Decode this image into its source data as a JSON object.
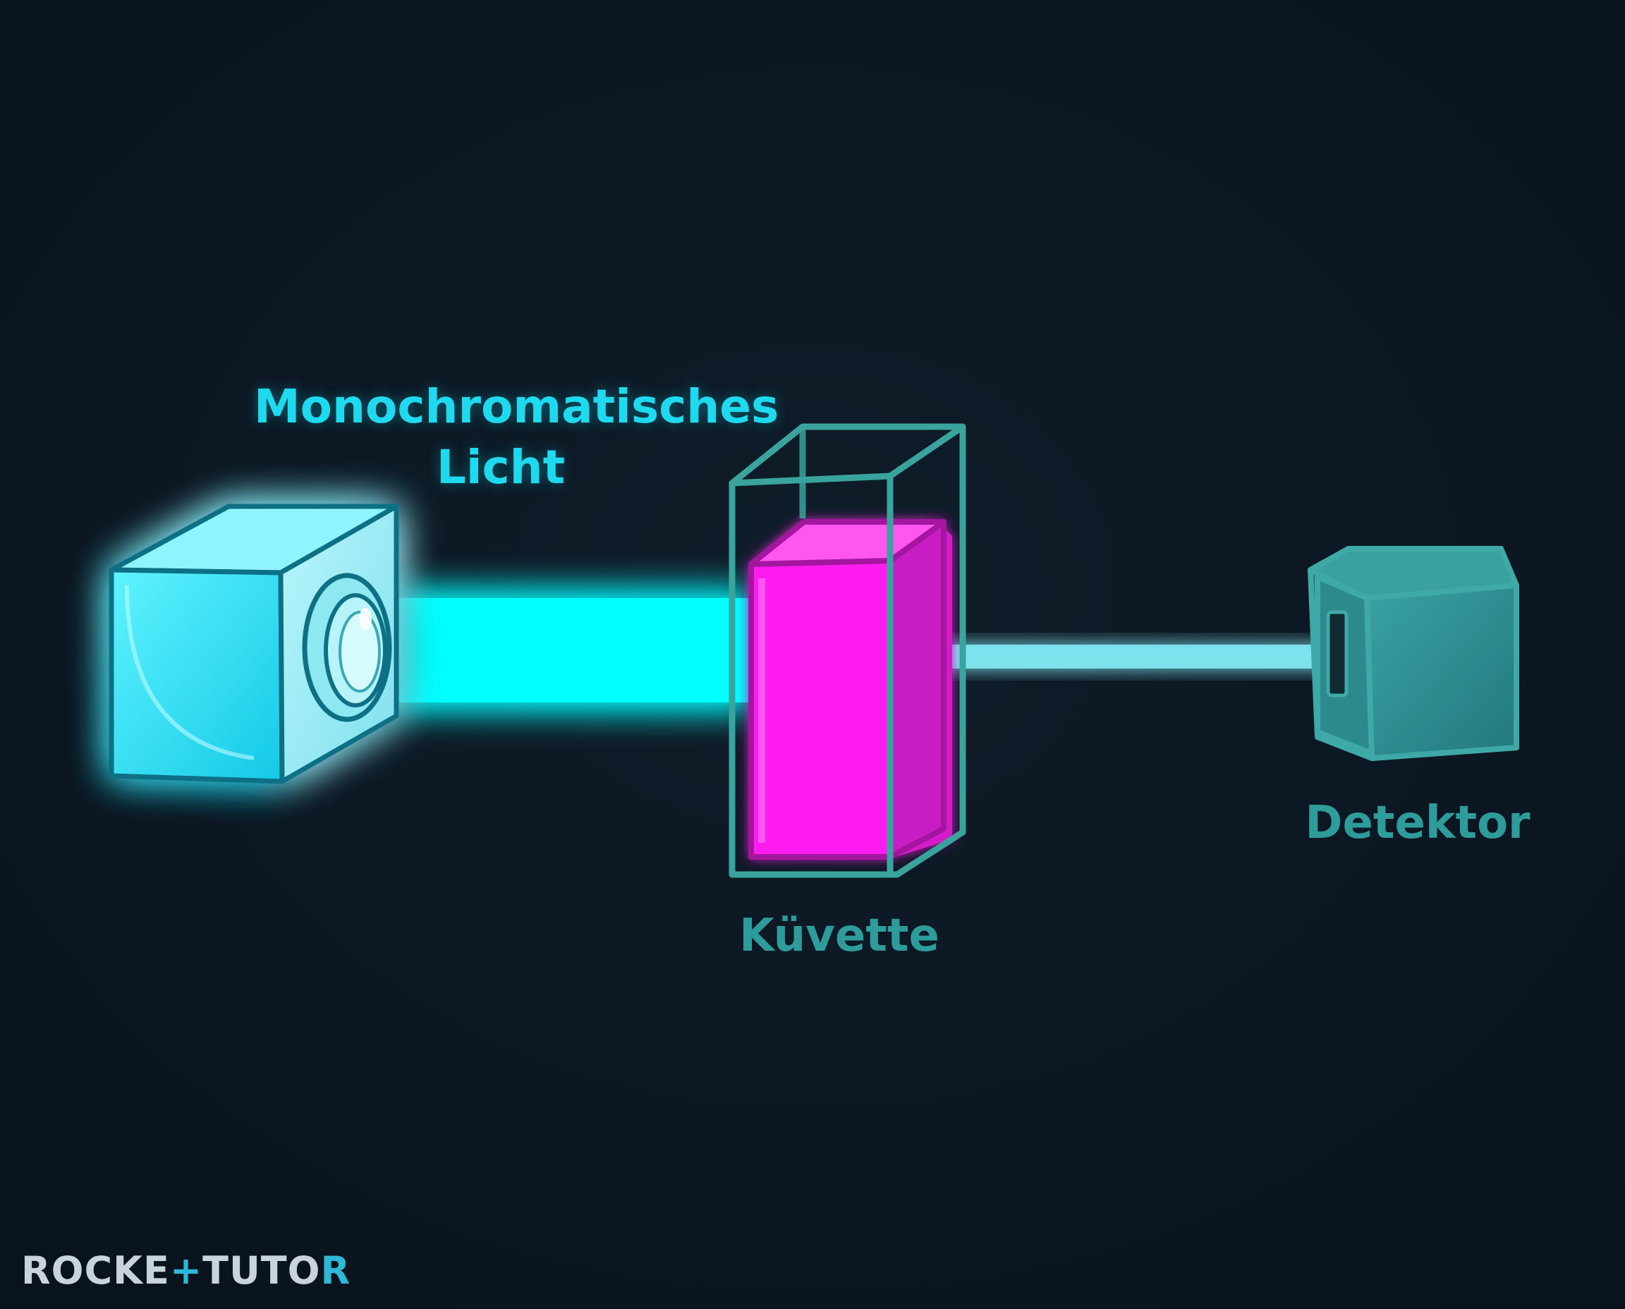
{
  "labels": {
    "light_line1": "Monochromatisches",
    "light_line2": "Licht",
    "cuvette": "Küvette",
    "detector": "Detektor"
  },
  "logo": {
    "text_part1": "ROCKE",
    "text_part2": "TUTO",
    "text_part3": "R",
    "mark": "+"
  },
  "colors": {
    "background": "#0c1723",
    "light_source": "#20e8ff",
    "beam_incident": "#00ffff",
    "beam_transmitted": "#7fe6f0",
    "sample": "#ff1cf0",
    "cuvette_outline": "#3aa39e",
    "detector": "#2f8e92",
    "label_light": "#1fd9ee",
    "label_teal": "#2e9c9a"
  },
  "icons": [
    "light-source-icon",
    "cuvette-icon",
    "detector-icon"
  ]
}
